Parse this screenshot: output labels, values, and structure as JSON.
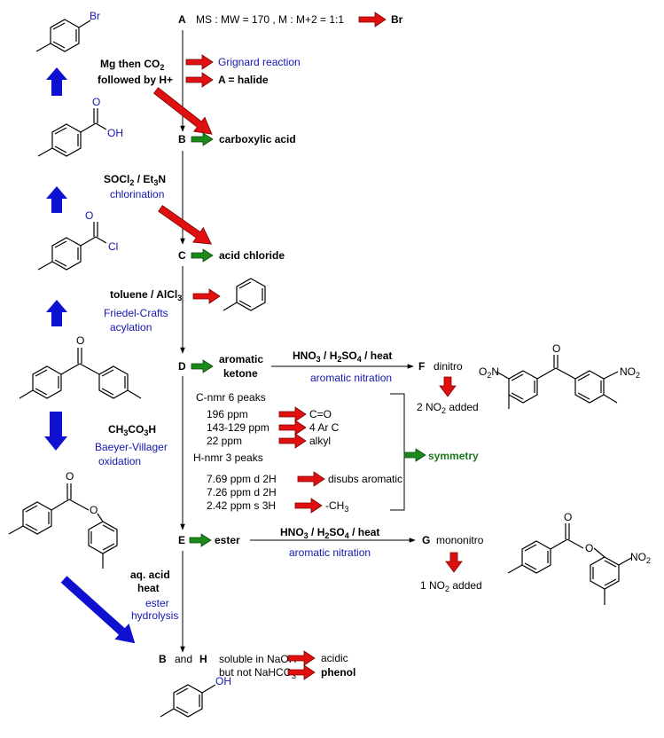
{
  "compounds": {
    "A": "A",
    "B": "B",
    "C": "C",
    "D": "D",
    "E": "E",
    "F": "F",
    "G": "G",
    "H": "H",
    "and": "and"
  },
  "step_A": {
    "ms_info": "MS : MW = 170 , M : M+2 = 1:1",
    "conclusion": "Br"
  },
  "step_AB": {
    "reagent_1": "Mg then CO",
    "reagent_1_sub": "2",
    "reagent_2": "followed by H+",
    "note_1": "Grignard reaction",
    "note_2": "A = halide"
  },
  "B_label": "carboxylic acid",
  "step_BC": {
    "reagent_pre": "SOCl",
    "reagent_sub1": "2",
    "reagent_mid": " / Et",
    "reagent_sub2": "3",
    "reagent_post": "N",
    "note": "chlorination"
  },
  "C_label": "acid chloride",
  "step_CD": {
    "reagent_pre": "toluene / AlCl",
    "reagent_sub": "3",
    "note_1": "Friedel-Crafts",
    "note_2": "acylation"
  },
  "D_label_1": "aromatic",
  "D_label_2": "ketone",
  "nitration": {
    "reagent_hno": "HNO",
    "reagent_sub3": "3",
    "reagent_h2": " / H",
    "reagent_sub2": "2",
    "reagent_so": "SO",
    "reagent_sub4": "4",
    "reagent_heat": " / heat",
    "note": "aromatic nitration"
  },
  "F_label": "dinitro",
  "F_result": "2 NO",
  "F_result_sub": "2",
  "F_result_post": " added",
  "nmr": {
    "c_header": "C-nmr   6 peaks",
    "c_rows": [
      {
        "shift": "196 ppm",
        "assign": "C=O"
      },
      {
        "shift": "143-129 ppm",
        "assign": "4 Ar C"
      },
      {
        "shift": "22 ppm",
        "assign": "alkyl"
      }
    ],
    "h_header": "H-nmr   3 peaks",
    "h_rows": [
      {
        "shift": "7.69 ppm d 2H",
        "assign": "disubs aromatic"
      },
      {
        "shift": "7.26 ppm d 2H",
        "assign": ""
      },
      {
        "shift": "2.42 ppm s 3H",
        "assign": "-CH"
      }
    ],
    "h_ch3_sub": "3",
    "conclusion": "symmetry"
  },
  "step_DE": {
    "reagent_pre": "CH",
    "reagent_sub1": "3",
    "reagent_mid": "CO",
    "reagent_sub2": "3",
    "reagent_post": "H",
    "note_1": "Baeyer-Villager",
    "note_2": "oxidation"
  },
  "E_label": "ester",
  "G_label": "mononitro",
  "G_result": "1 NO",
  "G_result_sub": "2",
  "G_result_post": " added",
  "step_EBH": {
    "reagent_1": "aq. acid",
    "reagent_2": "heat",
    "note_1": "ester",
    "note_2": "hydrolysis"
  },
  "H_props": {
    "line_1": "soluble in NaOH",
    "line_2_pre": "but not NaHCO",
    "line_2_sub": "3",
    "conclusion_1": "acidic",
    "conclusion_2": "phenol"
  },
  "structure_labels": {
    "br": "Br",
    "oh_acid": "OH",
    "o_acid": "O",
    "cl": "Cl",
    "o_acylCl": "O",
    "o_ketone": "O",
    "o_ester_carbonyl": "O",
    "o_ester_link": "O",
    "o_F_ketone": "O",
    "no2_left": "O",
    "no2_left_sub": "2",
    "no2_left_n": "N",
    "no2_right": "NO",
    "no2_right_sub": "2",
    "o_G_carbonyl": "O",
    "o_G_link": "O",
    "no2_G": "NO",
    "no2_G_sub": "2",
    "oh_phenol": "OH"
  },
  "colors": {
    "red_arrow": "#e01010",
    "green_arrow": "#1b8a1b",
    "blue_arrow": "#1010d0",
    "blue_text": "#1515b0",
    "green_text": "#1b7a1b"
  }
}
